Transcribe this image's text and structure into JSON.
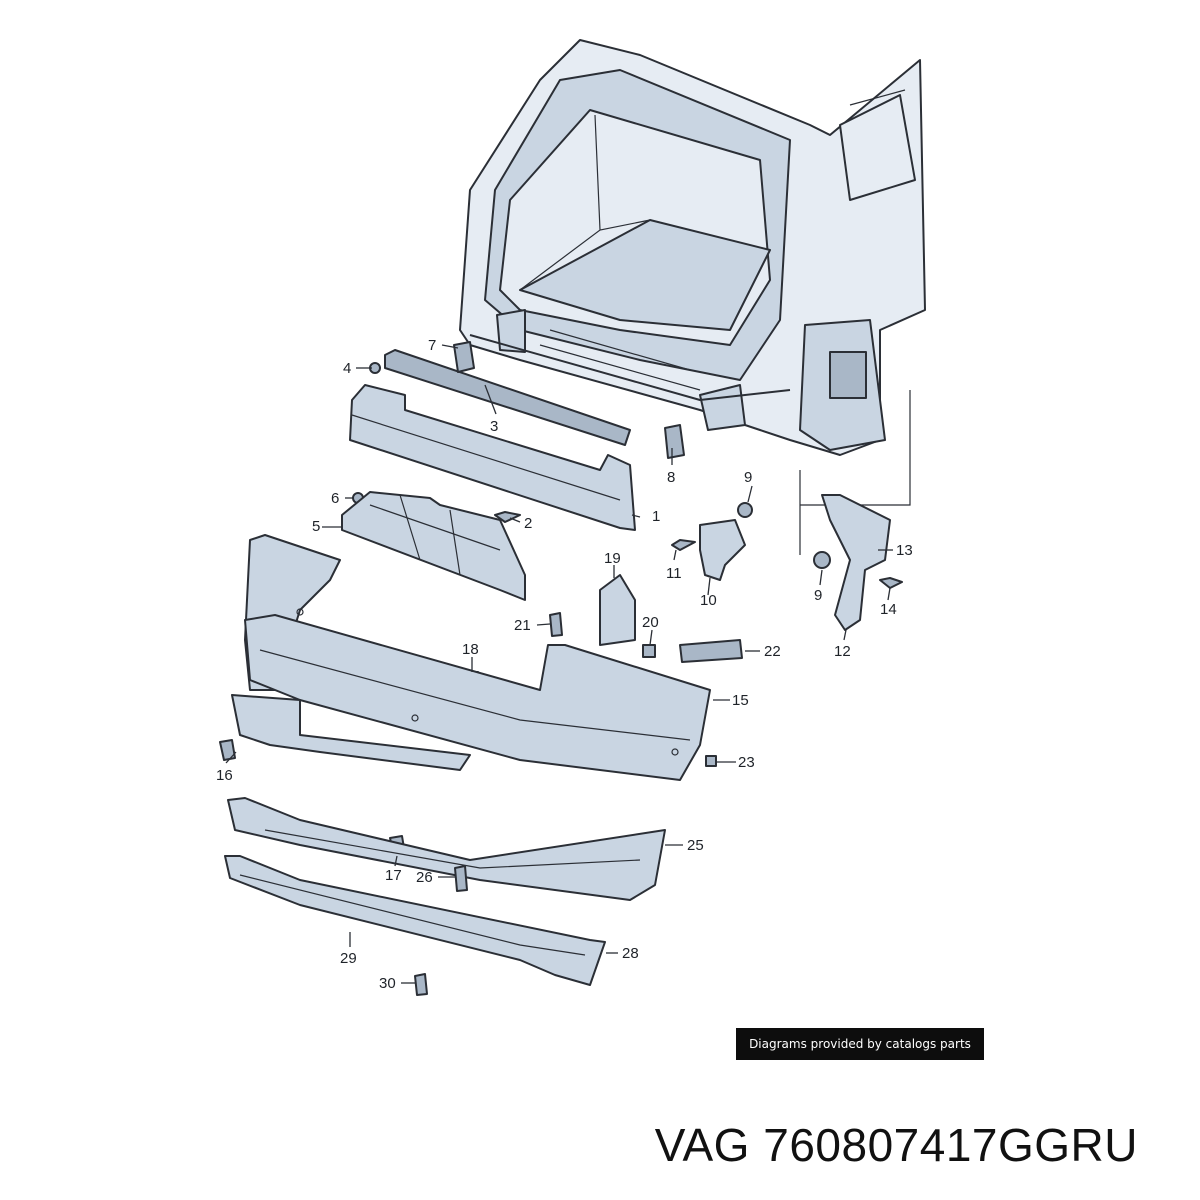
{
  "callouts": [
    "1",
    "2",
    "3",
    "4",
    "5",
    "6",
    "7",
    "8",
    "9",
    "10",
    "11",
    "12",
    "13",
    "14",
    "15",
    "16",
    "17",
    "18",
    "19",
    "20",
    "21",
    "22",
    "23",
    "25",
    "26",
    "28",
    "29",
    "30"
  ],
  "callouts_right": [
    "9",
    "13",
    "14",
    "12"
  ],
  "credit": "Diagrams provided by catalogs parts",
  "part_number": "VAG 760807417GGRU",
  "colors": {
    "part_fill": "#c9d5e2",
    "outline": "#2b2f36",
    "credit_bg": "#0d0d0d"
  }
}
